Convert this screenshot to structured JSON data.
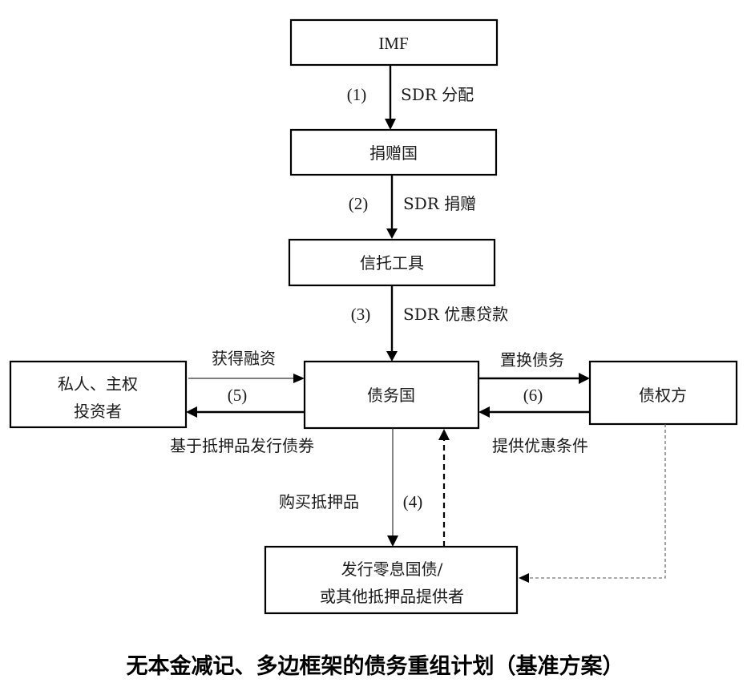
{
  "nodes": {
    "imf": "IMF",
    "donor": "捐赠国",
    "trust": "信托工具",
    "debtor": "债务国",
    "investors_line1": "私人、主权",
    "investors_line2": "投资者",
    "creditor": "债权方",
    "provider_line1": "发行零息国债/",
    "provider_line2": "或其他抵押品提供者"
  },
  "edges": {
    "step1_num": "(1)",
    "step1_label": "SDR 分配",
    "step2_num": "(2)",
    "step2_label": "SDR 捐赠",
    "step3_num": "(3)",
    "step3_label": "SDR 优惠贷款",
    "step4_num": "(4)",
    "step4_label": "购买抵押品",
    "step5_num": "(5)",
    "step5_top_label": "获得融资",
    "step5_bottom_label": "基于抵押品发行债券",
    "step6_num": "(6)",
    "step6_top_label": "置换债务",
    "step6_bottom_label": "提供优惠条件"
  },
  "title": "无本金减记、多边框架的债务重组计划（基准方案）"
}
